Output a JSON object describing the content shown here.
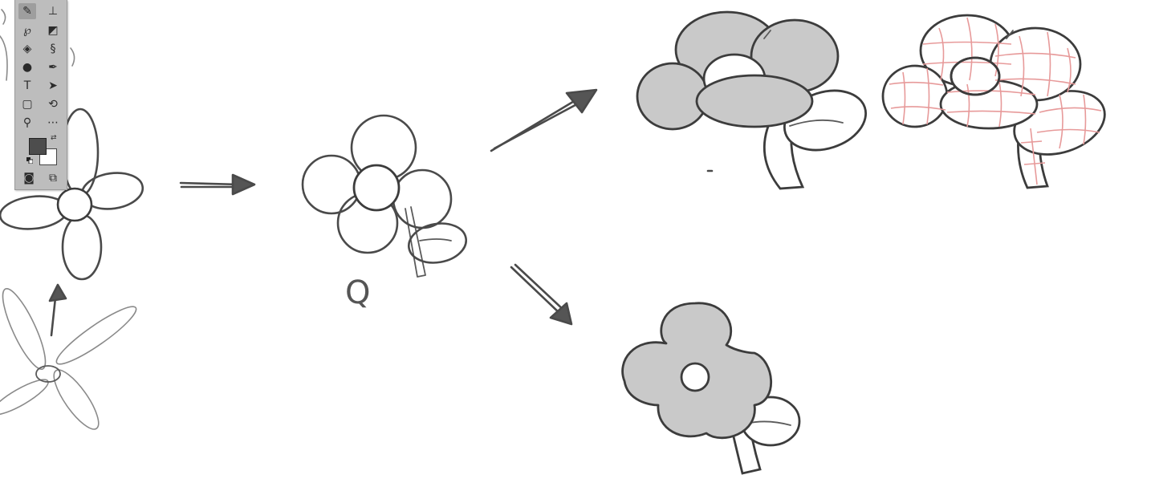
{
  "canvas": {
    "background": "#ffffff",
    "stroke_color": "#4a4a4a",
    "fill_color": "#c9c9c9",
    "grid_color": "#e79a9a",
    "lettering": "Q"
  },
  "toolbox": {
    "foreground_color": "#4d4d4d",
    "background_color": "#ffffff",
    "tools": [
      {
        "name": "brush-tool",
        "glyph": "✎",
        "active": true
      },
      {
        "name": "stamp-tool",
        "glyph": "⊥"
      },
      {
        "name": "history-brush-tool",
        "glyph": "℘"
      },
      {
        "name": "eraser-tool",
        "glyph": "◩"
      },
      {
        "name": "paint-bucket-tool",
        "glyph": "◈"
      },
      {
        "name": "smudge-tool",
        "glyph": "§"
      },
      {
        "name": "dodge-tool",
        "glyph": "●"
      },
      {
        "name": "pen-tool",
        "glyph": "✒"
      },
      {
        "name": "type-tool",
        "glyph": "T"
      },
      {
        "name": "path-selection-tool",
        "glyph": "➤"
      },
      {
        "name": "rectangle-tool",
        "glyph": "▢"
      },
      {
        "name": "rotate-view-tool",
        "glyph": "⟲"
      },
      {
        "name": "zoom-tool",
        "glyph": "⚲"
      },
      {
        "name": "more-tools",
        "glyph": "⋯"
      },
      {
        "name": "quick-mask-mode",
        "glyph": "◙"
      },
      {
        "name": "screen-mode",
        "glyph": "⧉"
      }
    ]
  }
}
